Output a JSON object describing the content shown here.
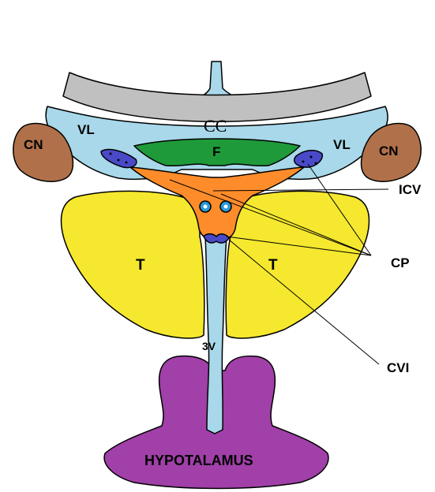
{
  "labels": {
    "cc": "CC",
    "vl_left": "VL",
    "vl_right": "VL",
    "cn_left": "CN",
    "cn_right": "CN",
    "fornix": "F",
    "thalamus_left": "T",
    "thalamus_right": "T",
    "third_ventricle": "3V",
    "hypothalamus": "HYPOTALAMUS",
    "icv": "ICV",
    "cp": "CP",
    "cvi": "CVI"
  },
  "colors": {
    "corpus_callosum": "#c0c0c0",
    "ventricle": "#a8d8ea",
    "caudate_nucleus": "#b0714a",
    "fornix": "#1f9a3a",
    "velum": "#ff8c2a",
    "choroid_plexus": "#4a4ac8",
    "internal_cerebral_vein": "#2a9ad8",
    "thalamus": "#f5e82e",
    "hypothalamus": "#a040a8",
    "outline": "#000000"
  }
}
